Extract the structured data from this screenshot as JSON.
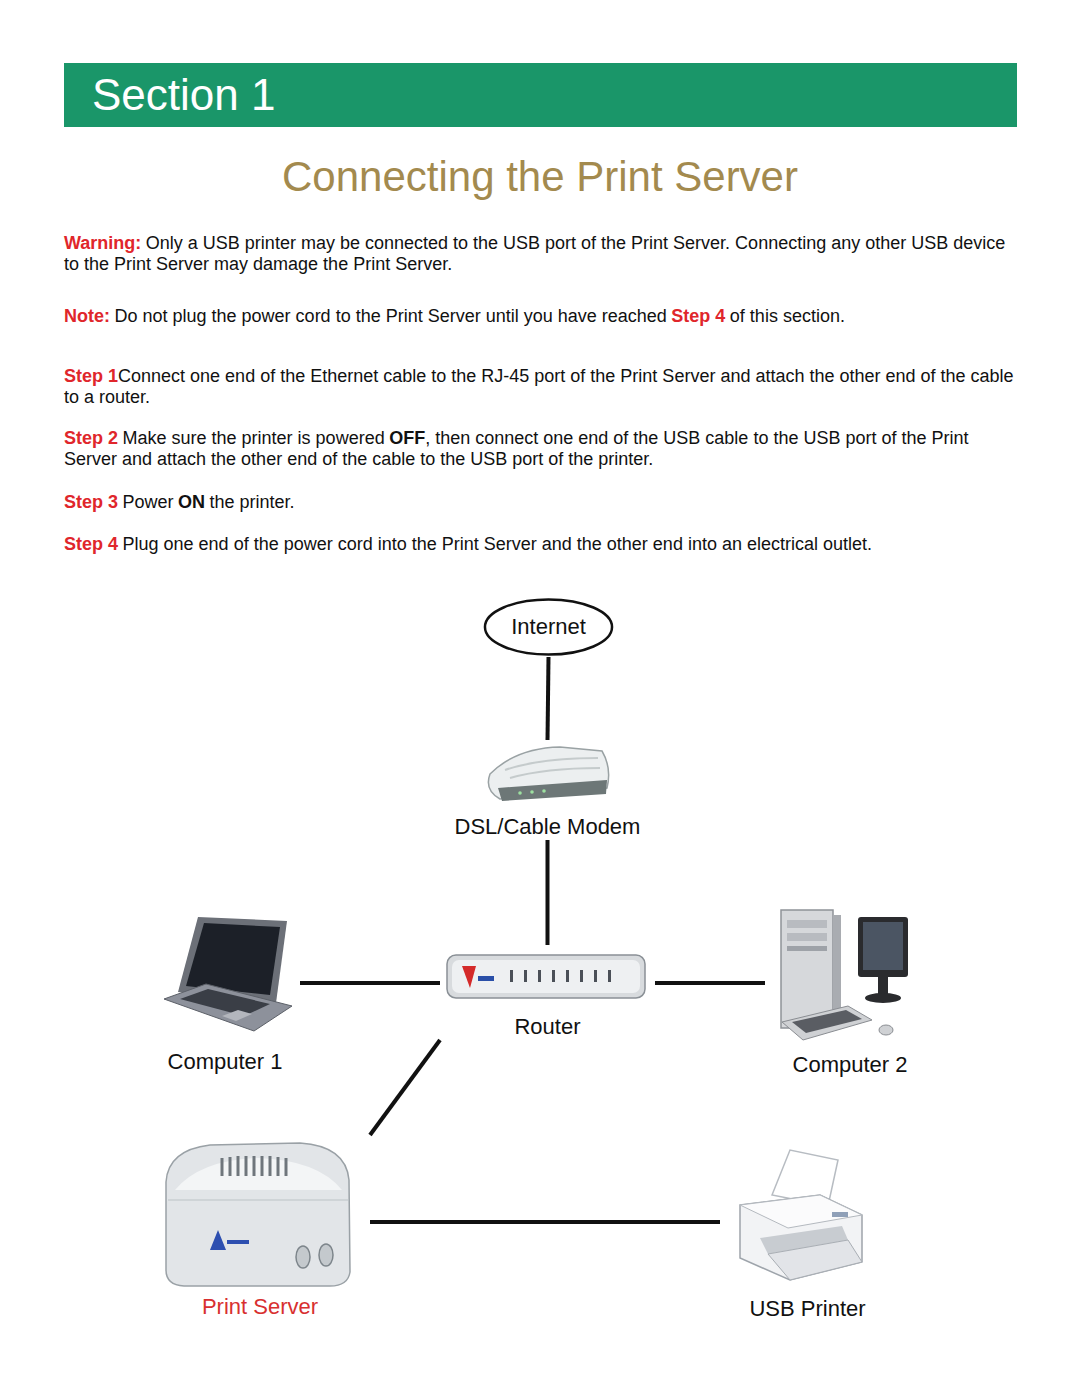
{
  "diagram": {
    "title": "Connecting the Print Server",
    "nodes": [
      {
        "text": [
          "Section 1"
        ]
      },
      {
        "text": [
          "Internet"
        ]
      },
      {
        "text": [
          "DSL/Cable Modem"
        ]
      },
      {
        "text": [
          "Computer 1"
        ]
      },
      {
        "text": [
          "Router"
        ]
      },
      {
        "text": [
          "Computer 2"
        ]
      },
      {
        "text": [
          "Print Server"
        ]
      },
      {
        "text": [
          "USB Printer"
        ]
      }
    ],
    "edges": [
      {
        "from": 1,
        "to": 2,
        "arrow": "none"
      },
      {
        "from": 2,
        "to": 4,
        "arrow": "none"
      },
      {
        "from": 3,
        "to": 4,
        "arrow": "none"
      },
      {
        "from": 4,
        "to": 5,
        "arrow": "none"
      },
      {
        "from": 4,
        "to": 6,
        "arrow": "none"
      },
      {
        "from": 6,
        "to": 7,
        "arrow": "none"
      }
    ],
    "labels": [
      "Warning:",
      "Only a USB printer may be connected to the USB port of the Print Server. Connecting any other USB device to the Print Server may damage the Print Server.",
      "Note:",
      "Do not plug the power cord to the Print Server until you have reached",
      "Step 4",
      "of this section.",
      "Step 1",
      "Connect one end of the Ethernet cable to the RJ-45 port of the Print Server and attach the other end of the cable to a router.",
      "Step 2",
      "Make sure the printer is powered",
      "OFF",
      ", then connect one end of the USB cable to the USB port of the Print Server and attach the other end of the cable to the USB port of the printer.",
      "Step 3",
      "Power",
      "ON",
      "the printer.",
      "Step 4",
      "Plug one end of the power cord into the Print Server and the other end into an electrical outlet."
    ]
  }
}
